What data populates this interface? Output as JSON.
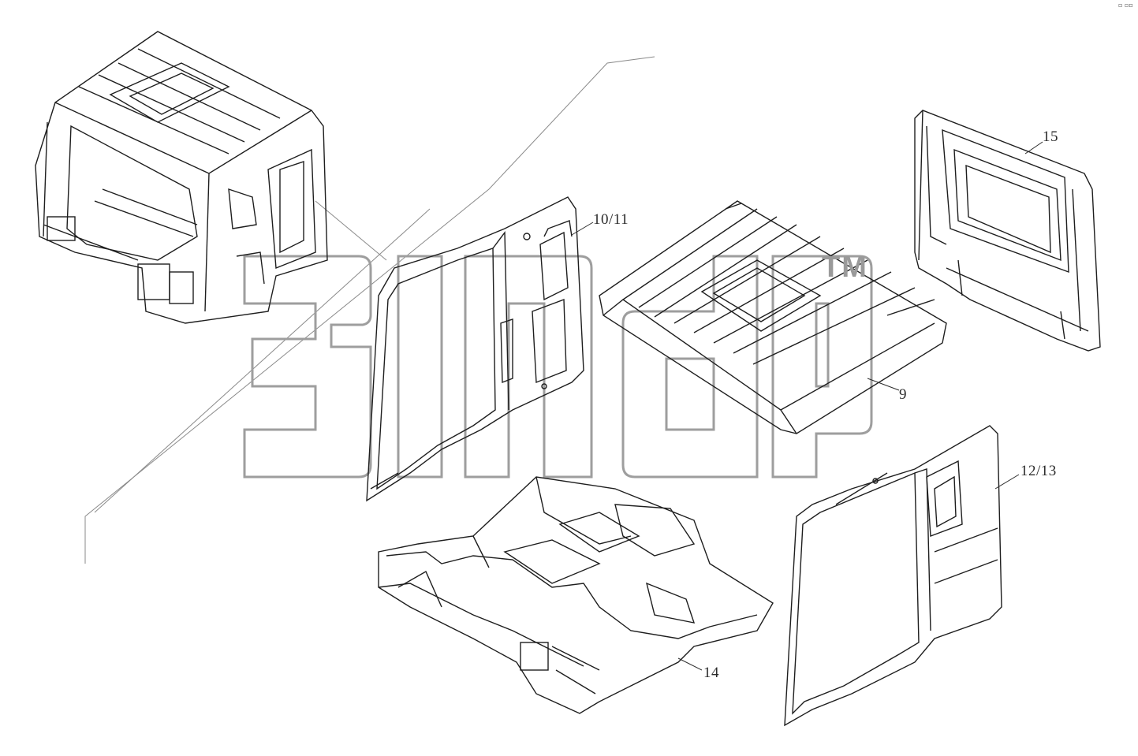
{
  "labels": {
    "door_left": "10/11",
    "rear_wall": "15",
    "roof": "9",
    "door_right": "12/13",
    "floor": "14"
  },
  "watermark": {
    "tm": "TM"
  },
  "corner_mark": "▫ ▫▫"
}
